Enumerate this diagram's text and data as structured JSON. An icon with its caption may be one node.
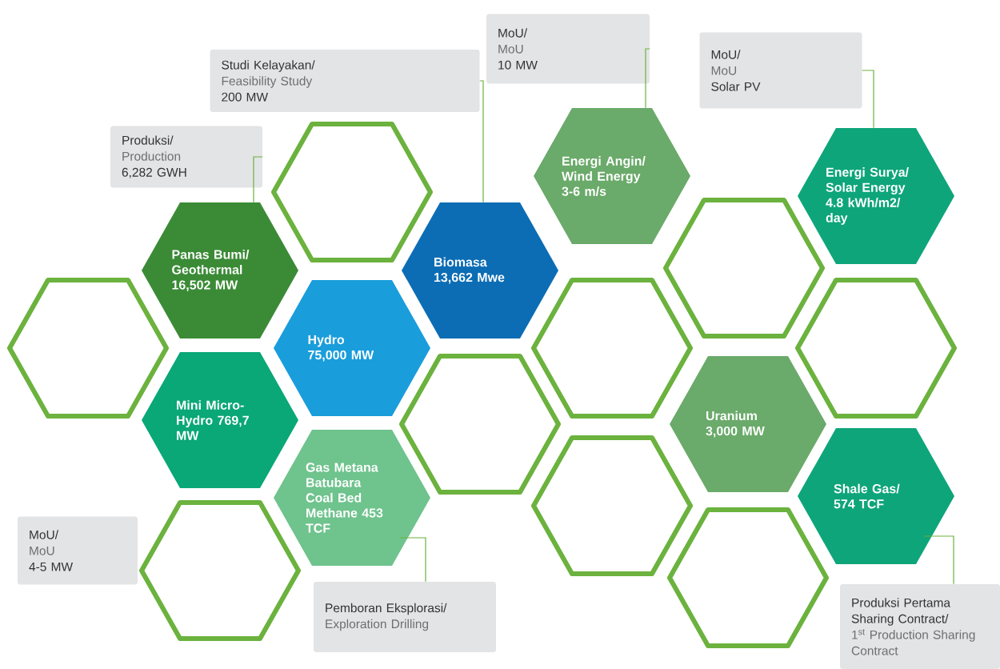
{
  "diagram": {
    "nodes": [
      {
        "text": [
          "MoU/",
          "MoU",
          "10 MW"
        ]
      },
      {
        "text": [
          "Studi Kelayakan/",
          "Feasibility Study",
          "200 MW"
        ]
      },
      {
        "text": [
          "MoU/",
          "MoU",
          "Solar PV"
        ]
      },
      {
        "text": [
          "Produksi/",
          "Production",
          "6,282 GWH"
        ]
      },
      {
        "text": [
          "Energi Angin/ Wind Energy 3-6 m/s"
        ]
      },
      {
        "text": [
          "Energi Surya/ Solar Energy 4.8 kWh/m2/ day"
        ]
      },
      {
        "text": [],
        "shape": "hexagon"
      },
      {
        "text": [
          "Panas Bumi/ Geothermal 16,502 MW"
        ]
      },
      {
        "text": [
          "Biomasa 13,662 Mwe"
        ]
      },
      {
        "text": [],
        "shape": "hexagon"
      },
      {
        "text": [],
        "shape": "hexagon"
      },
      {
        "text": [
          "Hydro 75,000 MW"
        ]
      },
      {
        "text": [],
        "shape": "hexagon"
      },
      {
        "text": [],
        "shape": "hexagon"
      },
      {
        "text": [
          "Mini Micro-Hydro 769,7 MW"
        ]
      },
      {
        "text": [],
        "shape": "hexagon"
      },
      {
        "text": [
          "Uranium 3,000 MW"
        ]
      },
      {
        "text": [
          "Gas Metana Batubara Coal Bed Methane 453 TCF"
        ]
      },
      {
        "text": [
          "Shale Gas/ 574 TCF"
        ]
      },
      {
        "text": [],
        "shape": "hexagon"
      },
      {
        "text": [
          "MoU/",
          "MoU",
          "4-5 MW"
        ]
      },
      {
        "text": [],
        "shape": "hexagon"
      },
      {
        "text": [],
        "shape": "hexagon"
      },
      {
        "text": [
          "Pemboran Eksplorasi/",
          "Exploration Drilling"
        ]
      },
      {
        "text": [
          "Produksi Pertama Sharing Contract/",
          "1$^{st}$ Production Sharing Contract"
        ]
      }
    ],
    "edges": [
      {
        "from": 3,
        "to": 7,
        "arrow": "none"
      },
      {
        "from": 1,
        "to": 8,
        "arrow": "none"
      },
      {
        "from": 0,
        "to": 4,
        "arrow": "none"
      },
      {
        "from": 2,
        "to": 5,
        "arrow": "none"
      },
      {
        "from": 23,
        "to": 17,
        "arrow": "none"
      },
      {
        "from": 24,
        "to": 18,
        "arrow": "none"
      }
    ]
  }
}
